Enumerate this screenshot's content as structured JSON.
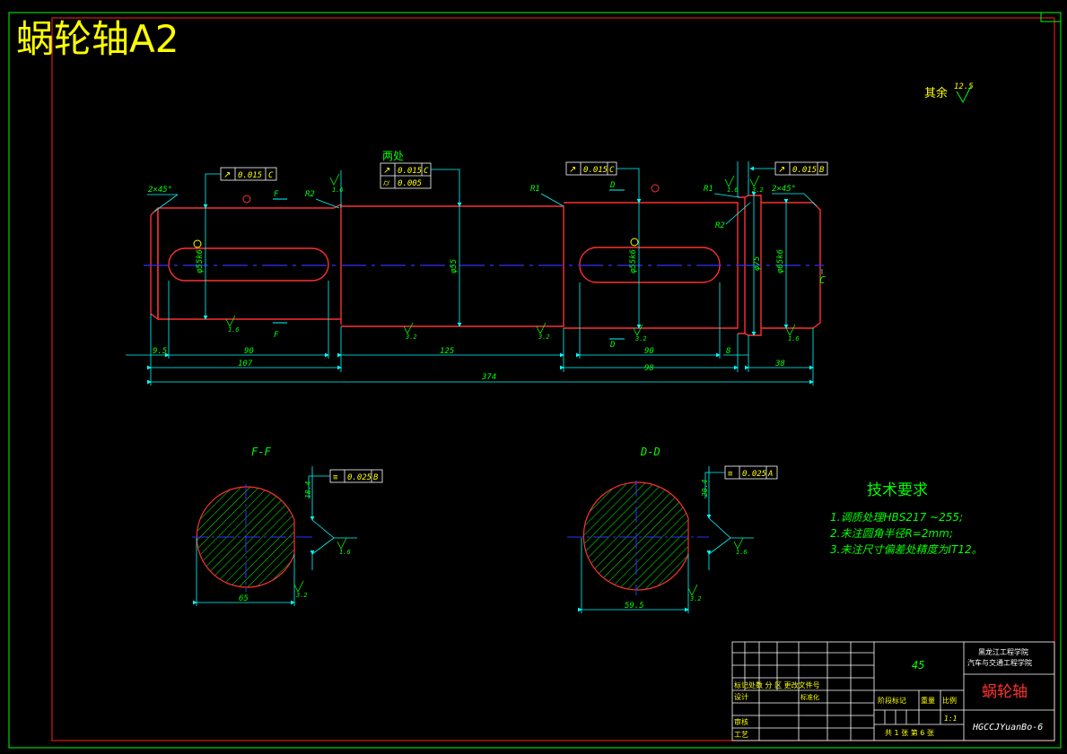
{
  "title": "蜗轮轴A2",
  "surface_note": {
    "label": "其余",
    "value": "12.5"
  },
  "main_view": {
    "two_places": "两处",
    "tolerance_frames": [
      {
        "symbol": "↗",
        "value": "0.015",
        "datum": "C"
      },
      {
        "symbol": "↗",
        "value": "0.015",
        "datum": "C"
      },
      {
        "symbol": "⌭",
        "value": "0.005",
        "datum": ""
      },
      {
        "symbol": "↗",
        "value": "0.015",
        "datum": "C"
      },
      {
        "symbol": "↗",
        "value": "0.015",
        "datum": "B"
      }
    ],
    "chamfer_left": "2×45°",
    "chamfer_right": "2×45°",
    "radii": [
      "R2",
      "R1",
      "R1",
      "R2"
    ],
    "section_marks": [
      "F",
      "F",
      "D",
      "D"
    ],
    "datum_c": "C",
    "diameters": [
      "φ55k6",
      "φ55",
      "φ55k6",
      "φ75",
      "φ65k6"
    ],
    "roughness": [
      "1.6",
      "3.2",
      "3.2",
      "3.2",
      "1.6",
      "1.6",
      "1.6",
      "3.2"
    ],
    "dims": {
      "d_9_5": "9.5",
      "d_90a": "90",
      "d_107": "107",
      "d_125": "125",
      "d_90b": "90",
      "d_8": "8",
      "d_98": "98",
      "d_38": "38",
      "d_374": "374"
    }
  },
  "section_ff": {
    "label": "F-F",
    "tol": {
      "symbol": "≡",
      "value": "0.025",
      "datum": "B"
    },
    "depth": "18.4",
    "width": "65",
    "roughness": [
      "1.6",
      "3.2"
    ]
  },
  "section_dd": {
    "label": "D-D",
    "tol": {
      "symbol": "≡",
      "value": "0.025",
      "datum": "A"
    },
    "depth": "20.4",
    "width": "59.5",
    "roughness": [
      "1.6",
      "3.2"
    ]
  },
  "tech_requirements": {
    "heading": "技术要求",
    "items": [
      "1.调质处理HBS217 ~255;",
      "2.未注圆角半径R=2mm;",
      "3.未注尺寸偏差处精度为IT12。"
    ]
  },
  "title_block": {
    "material": "45",
    "school_1": "黑龙江工程学院",
    "school_2": "汽车与交通工程学院",
    "part_name": "蜗轮轴",
    "drawing_no": "HGCCJYuanBo-6",
    "scale": "1:1",
    "sheet_info": "共 1 张  第 6 张",
    "revision_row": "标记处数 分 区  更改文件号",
    "design": "设计",
    "standardize": "标准化",
    "review": "审核",
    "process": "工艺",
    "stage_mark": "阶段标记",
    "weight": "重量",
    "ratio": "比例"
  }
}
